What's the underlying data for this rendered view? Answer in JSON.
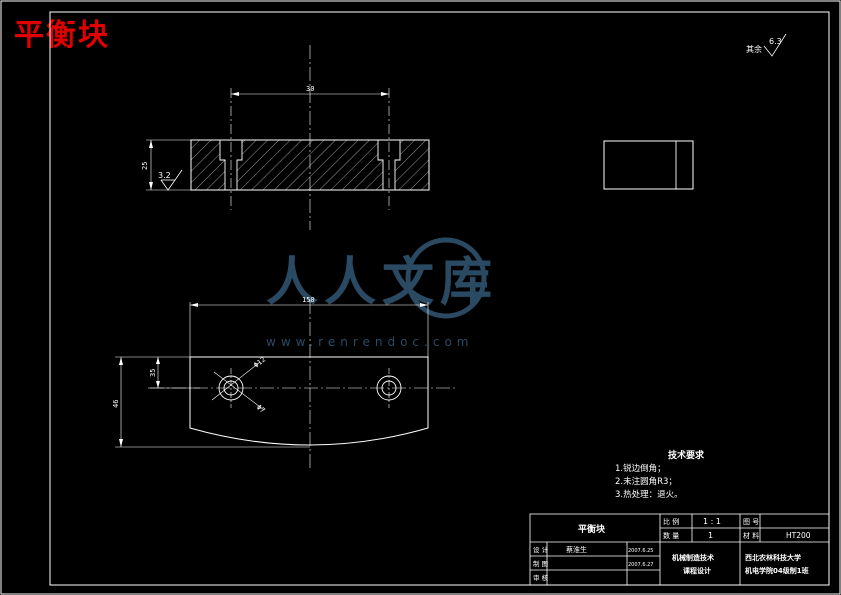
{
  "title": "平衡块",
  "roughness": {
    "general_label": "其余",
    "general_value": "6.3",
    "side_value": "3.2"
  },
  "dims": {
    "hole_spacing": "30",
    "thickness": "25",
    "length": "150",
    "width": "46",
    "hole_center": "35",
    "cbore_dia": "Φ12",
    "hole_dia": "Φ7"
  },
  "watermark": {
    "text": "人人文库",
    "url": "www.renrendoc.com"
  },
  "tech_req": {
    "heading": "技术要求",
    "items": [
      "1.锐边倒角；",
      "2.未注圆角R3；",
      "3.热处理：退火。"
    ]
  },
  "title_block": {
    "part_name": "平衡块",
    "scale_label": "比 例",
    "scale_value": "1 : 1",
    "drawing_no_label": "图 号",
    "qty_label": "数 量",
    "qty_value": "1",
    "material_label": "材 料",
    "material_value": "HT200",
    "designer_label": "设 计",
    "designer_name": "蔡淮生",
    "design_date": "2007.6.25",
    "drafter_label": "制 图",
    "draft_date": "2007.6.27",
    "reviewer_label": "审 核",
    "course": [
      "机械制造技术",
      "课程设计"
    ],
    "school": [
      "西北农林科技大学",
      "机电学院04级制1班"
    ]
  }
}
